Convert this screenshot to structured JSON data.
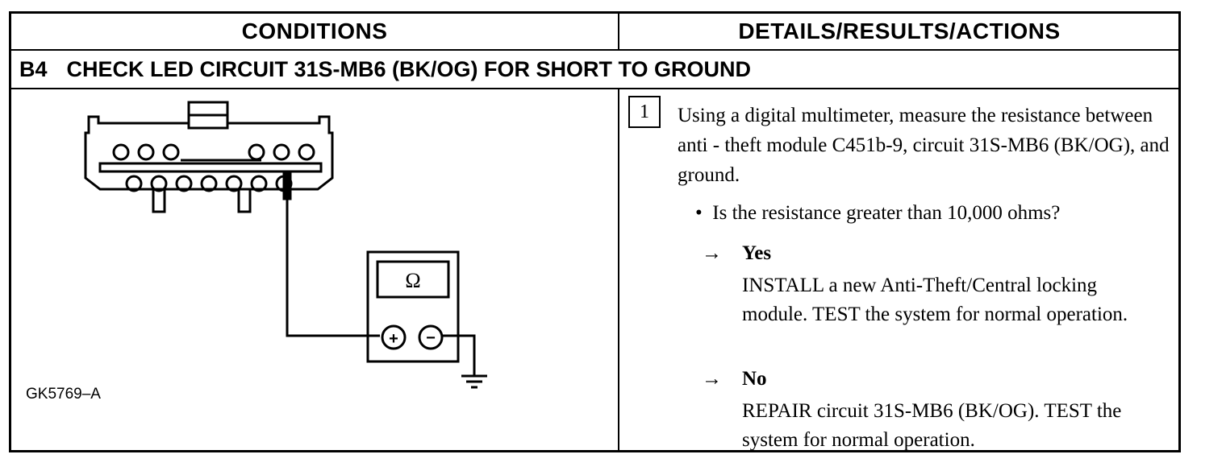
{
  "header": {
    "conditions": "CONDITIONS",
    "details": "DETAILS/RESULTS/ACTIONS"
  },
  "section": {
    "step": "B4",
    "title": "CHECK LED CIRCUIT 31S-MB6 (BK/OG) FOR SHORT TO GROUND"
  },
  "figure": {
    "label": "GK5769–A",
    "meter_symbol": "Ω",
    "plus_symbol": "+",
    "minus_symbol": "−"
  },
  "instruction": {
    "step_number": "1",
    "text": "Using a digital multimeter, measure the resistance between anti - theft module C451b-9, circuit 31S-MB6 (BK/OG), and ground.",
    "question": "Is the resistance greater than 10,000 ohms?",
    "arrow": "→",
    "bullet": "•",
    "yes_label": "Yes",
    "yes_action": "INSTALL a new Anti-Theft/Central locking module. TEST the system for normal operation.",
    "no_label": "No",
    "no_action": "REPAIR circuit 31S-MB6 (BK/OG). TEST the system for normal operation."
  }
}
